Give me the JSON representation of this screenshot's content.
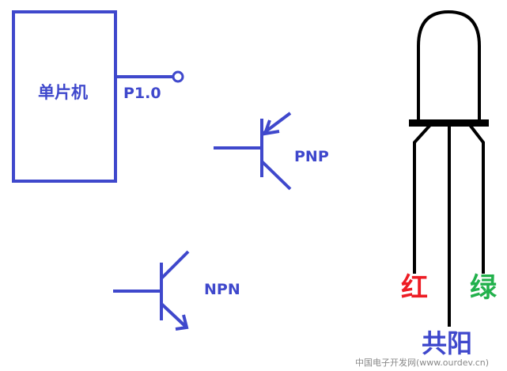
{
  "labels": {
    "mcu": "单片机",
    "pin": "P1.0",
    "pnp": "PNP",
    "npn": "NPN",
    "red": "红",
    "green": "绿",
    "common_anode": "共阳",
    "watermark": "中国电子开发网(www.ourdev.cn)"
  },
  "colors": {
    "line_blue": "#3f48cc",
    "led_black": "#000000",
    "red": "#ed1c24",
    "green": "#22b14c",
    "watermark": "#888888"
  },
  "icons": {
    "led": "rgb-led-symbol",
    "pnp": "pnp-transistor-symbol",
    "npn": "npn-transistor-symbol",
    "pin_terminal": "open-circle-terminal"
  }
}
